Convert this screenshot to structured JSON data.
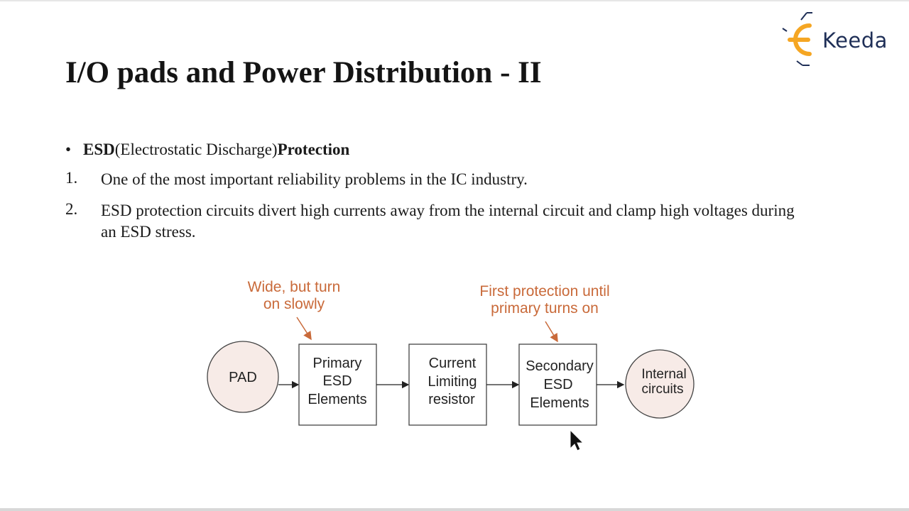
{
  "logo": {
    "text": "Keeda",
    "accent_color": "#f5a623",
    "text_color": "#1f2f57"
  },
  "slide": {
    "title": "I/O pads and Power Distribution - II",
    "bullet": {
      "symbol": "•",
      "bold_lead": "ESD",
      "normal": "(Electrostatic Discharge)",
      "bold_tail": "Protection"
    },
    "items": [
      {
        "number": "1.",
        "text": "One of the most important reliability problems in the IC industry."
      },
      {
        "number": "2.",
        "text": "ESD protection circuits divert high currents away from the internal circuit and clamp high voltages during an ESD stress."
      }
    ]
  },
  "diagram": {
    "annotation_color": "#c96a3a",
    "circle_fill": "#f7ebe7",
    "annotations": [
      {
        "lines": [
          "Wide, but turn",
          "on slowly"
        ]
      },
      {
        "lines": [
          "First protection until",
          "primary turns on"
        ]
      }
    ],
    "nodes": [
      {
        "lines": [
          "PAD"
        ]
      },
      {
        "lines": [
          "Primary",
          "ESD",
          "Elements"
        ]
      },
      {
        "lines": [
          "Current",
          "Limiting",
          "resistor"
        ]
      },
      {
        "lines": [
          "Secondary",
          "ESD",
          "Elements"
        ]
      },
      {
        "lines": [
          "Internal",
          "circuits"
        ]
      }
    ]
  }
}
